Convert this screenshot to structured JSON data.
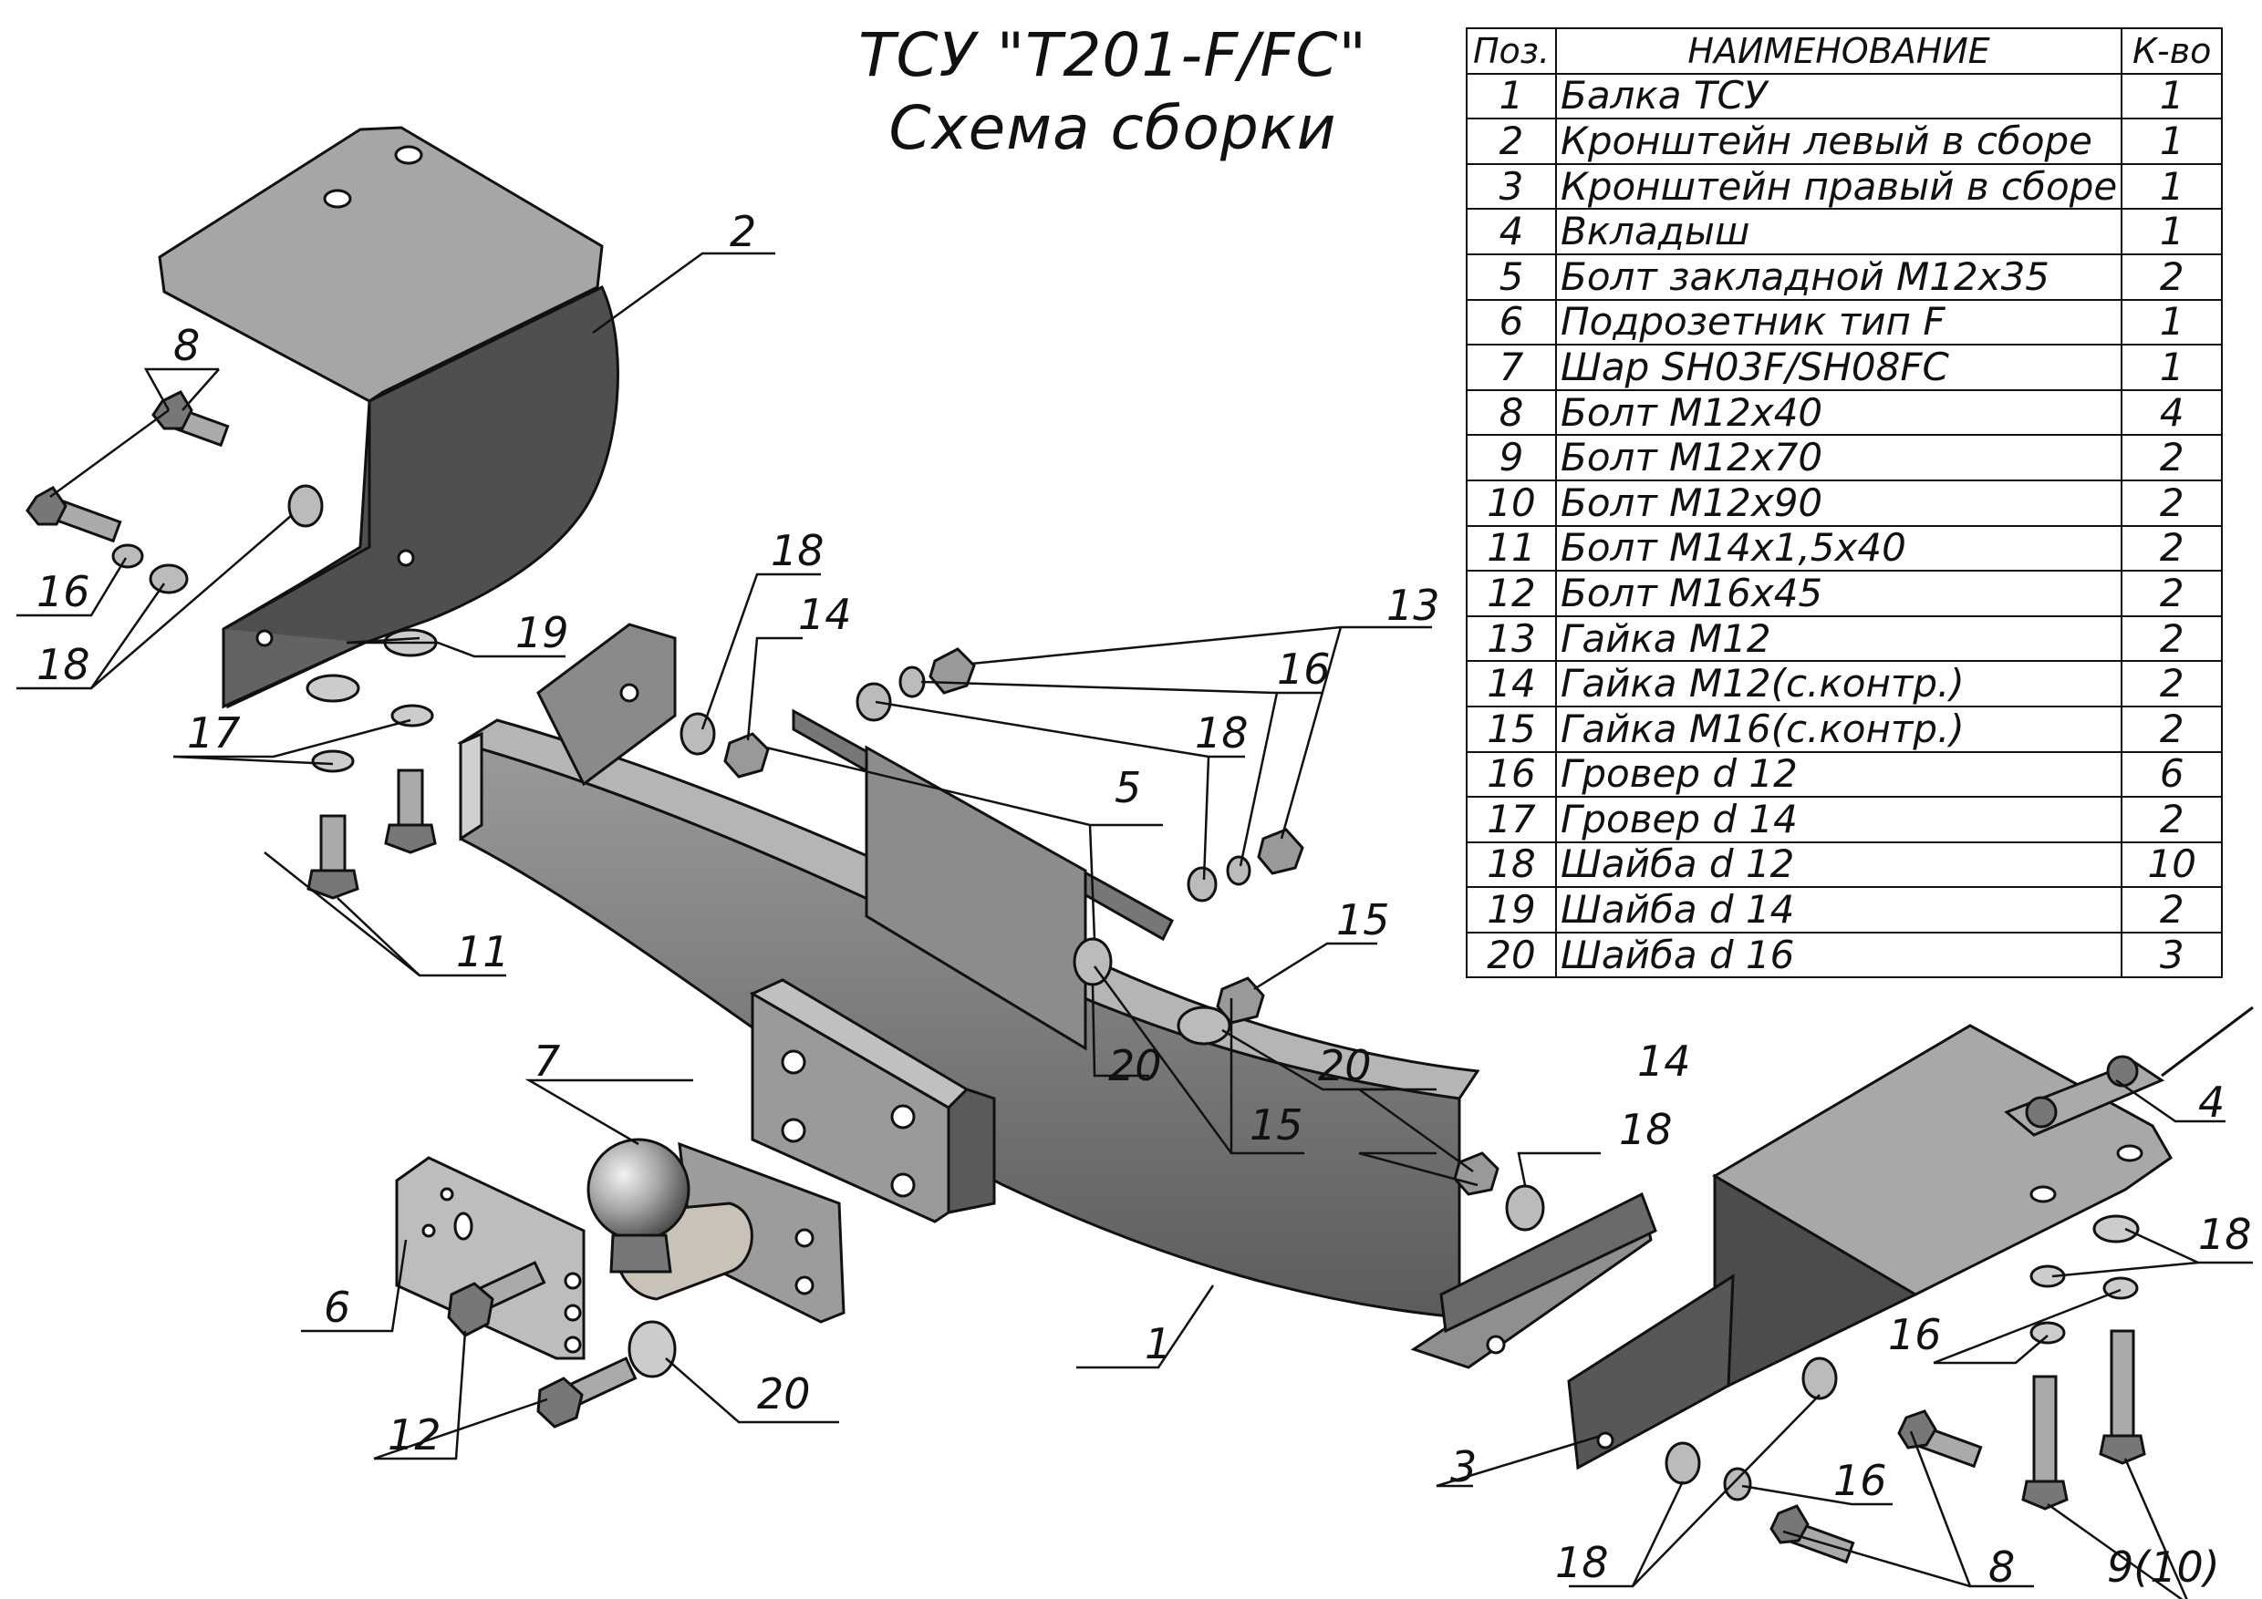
{
  "title": {
    "line1": "ТСУ \"Т201-F/FC\"",
    "line2": "Схема сборки"
  },
  "table": {
    "headers": {
      "pos": "Поз.",
      "name": "НАИМЕНОВАНИЕ",
      "qty": "К-во"
    },
    "rows": [
      {
        "pos": "1",
        "name": "Балка ТСУ",
        "qty": "1"
      },
      {
        "pos": "2",
        "name": "Кронштейн левый в сборе",
        "qty": "1"
      },
      {
        "pos": "3",
        "name": "Кронштейн правый в сборе",
        "qty": "1"
      },
      {
        "pos": "4",
        "name": "Вкладыш",
        "qty": "1"
      },
      {
        "pos": "5",
        "name": "Болт закладной М12х35",
        "qty": "2"
      },
      {
        "pos": "6",
        "name": "Подрозетник тип F",
        "qty": "1"
      },
      {
        "pos": "7",
        "name": "Шар SH03F/SH08FC",
        "qty": "1"
      },
      {
        "pos": "8",
        "name": "Болт М12х40",
        "qty": "4"
      },
      {
        "pos": "9",
        "name": "Болт М12х70",
        "qty": "2"
      },
      {
        "pos": "10",
        "name": "Болт М12х90",
        "qty": "2"
      },
      {
        "pos": "11",
        "name": "Болт М14х1,5х40",
        "qty": "2"
      },
      {
        "pos": "12",
        "name": "Болт М16х45",
        "qty": "2"
      },
      {
        "pos": "13",
        "name": "Гайка М12",
        "qty": "2"
      },
      {
        "pos": "14",
        "name": "Гайка М12(с.контр.)",
        "qty": "2"
      },
      {
        "pos": "15",
        "name": "Гайка  М16(с.контр.)",
        "qty": "2"
      },
      {
        "pos": "16",
        "name": "Гровер d 12",
        "qty": "6"
      },
      {
        "pos": "17",
        "name": "Гровер d 14",
        "qty": "2"
      },
      {
        "pos": "18",
        "name": "Шайба d 12",
        "qty": "10"
      },
      {
        "pos": "19",
        "name": "Шайба d 14",
        "qty": "2"
      },
      {
        "pos": "20",
        "name": "Шайба d 16",
        "qty": "3"
      }
    ]
  },
  "callouts": [
    "1",
    "2",
    "3",
    "4",
    "5",
    "6",
    "7",
    "8",
    "8",
    "9(10)",
    "11",
    "12",
    "13",
    "14",
    "14",
    "15",
    "15",
    "16",
    "16",
    "16",
    "16",
    "17",
    "18",
    "18",
    "18",
    "18",
    "18",
    "18",
    "19",
    "20",
    "20",
    "20"
  ],
  "colors": {
    "part_fill": "#7e7e7e",
    "part_dark": "#4e4e4e",
    "part_light": "#a9a9a9",
    "line": "#111111"
  }
}
